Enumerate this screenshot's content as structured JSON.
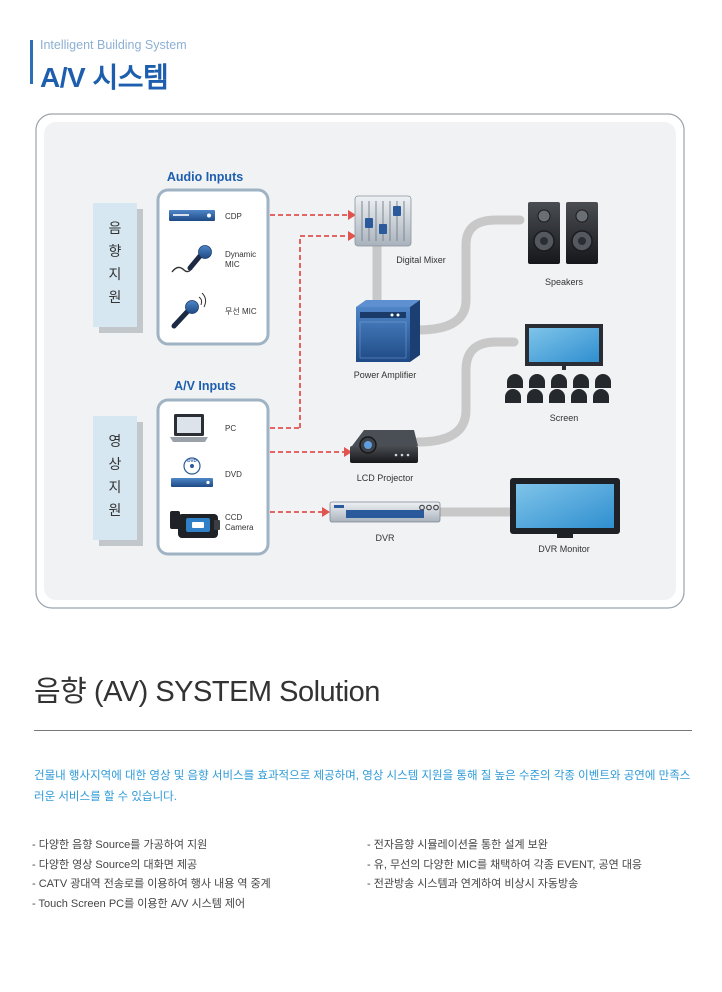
{
  "header": {
    "subtitle": "Intelligent Building System",
    "title": "A/V 시스템"
  },
  "diagram": {
    "group_audio": {
      "side_label": [
        "음",
        "향",
        "지",
        "원"
      ],
      "title": "Audio Inputs",
      "items": [
        "CDP",
        "Dynamic MIC",
        "무선 MIC"
      ]
    },
    "group_video": {
      "side_label": [
        "영",
        "상",
        "지",
        "원"
      ],
      "title": "A/V Inputs",
      "items": [
        "PC",
        "DVD",
        "CCD Camera"
      ]
    },
    "devices": {
      "mixer": "Digital Mixer",
      "amplifier": "Power Amplifier",
      "speakers": "Speakers",
      "screen": "Screen",
      "projector": "LCD Projector",
      "dvr": "DVR",
      "dvr_monitor": "DVR Monitor"
    },
    "icon_text": {
      "dvd_badge": "DVD"
    },
    "colors": {
      "accent": "#1d5fae",
      "panel_border": "#9fb3c4",
      "side_label_bg": "#d6e7f1",
      "dashed_line": "#e0534f",
      "gray_line": "#c9c9c9",
      "device_blue": "#2a5a9c"
    }
  },
  "solution": {
    "title": "음향 (AV) SYSTEM Solution",
    "intro": "건물내 행사지역에 대한 영상 및 음향 서비스를  효과적으로 제공하며, 영상 시스템 지원을 통해 질 높은 수준의 각종 이벤트와 공연에 만족스러운 서비스를 할 수 있습니다.",
    "features_left": [
      "- 다양한 음향 Source를 가공하여 지원",
      "- 다양한 영상 Source의 대화면 제공",
      "- CATV 광대역 전송로를 이용하여 행사 내용 역 중계",
      "- Touch Screen PC를 이용한 A/V 시스템 제어"
    ],
    "features_right": [
      "- 전자음향 시뮬레이션을 통한 설계 보완",
      "- 유, 무선의 다양한 MIC를 채택하여 각종 EVENT, 공연 대응",
      "- 전관방송 시스템과 연계하여 비상시 자동방송"
    ]
  }
}
